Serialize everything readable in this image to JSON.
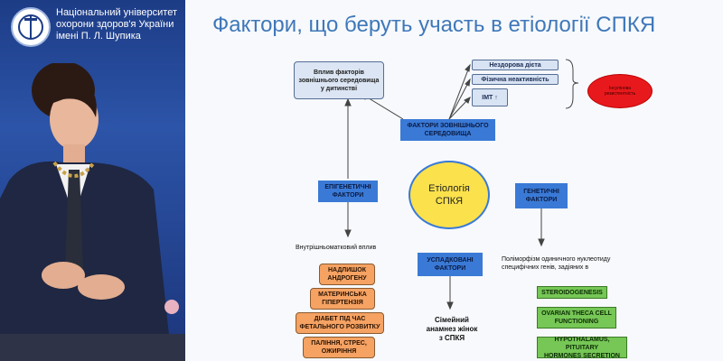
{
  "branding": {
    "university_lines": [
      "Національний університет",
      "охорони здоров'я України",
      "імені П. Л. Шупика"
    ]
  },
  "slide": {
    "title": "Фактори, що беруть участь в етіології СПКЯ",
    "center": [
      "Етіологія",
      "СПКЯ"
    ],
    "environment_effects": [
      "Вплив факторів",
      "зовнішнього середовища",
      "у дитинстві"
    ],
    "environment_factors": [
      "ФАКТОРИ ЗОВНІШНЬОГО",
      "СЕРЕДОВИЩА"
    ],
    "lifestyle": {
      "diet": "Нездорова дієта",
      "activity": "Фізична неактивність",
      "bmi": "ІМТ ↑"
    },
    "insulin_resistance": [
      "Інсулінова",
      "резистентність"
    ],
    "epigenetic": [
      "ЕПІГЕНЕТИЧНІ",
      "ФАКТОРИ"
    ],
    "genetic": [
      "ГЕНЕТИЧНІ",
      "ФАКТОРИ"
    ],
    "inherited": [
      "УСПАДКОВАНІ",
      "ФАКТОРИ"
    ],
    "intrauterine_label": "Внутрішньоматковий вплив",
    "epigenetic_items": [
      [
        "НАДЛИШОК",
        "АНДРОГЕНУ"
      ],
      [
        "МАТЕРИНСЬКА",
        "ГІПЕРТЕНЗІЯ"
      ],
      [
        "ДІАБЕТ ПІД ЧАС",
        "ФЕТАЛЬНОГО РОЗВИТКУ"
      ],
      [
        "ПАЛІННЯ, СТРЕС,",
        "ОЖИРІННЯ"
      ]
    ],
    "snp_label": [
      "Поліморфізм одиничного нуклеотиду",
      "специфічних генів, задіяних в"
    ],
    "genetic_items": [
      [
        "STEROIDOGENESIS"
      ],
      [
        "OVARIAN THECA CELL",
        "FUNCTIONING"
      ],
      [
        "HYPOTHALAMUS, PITUITARY",
        "HORMONES SECRETION"
      ]
    ],
    "family_history": [
      "Сімейний",
      "анамнез жінок",
      "з СПКЯ"
    ]
  },
  "colors": {
    "title_blue": "#3f78b9",
    "factor_blue": "#3a7ad6",
    "center_yellow": "#fbe14c",
    "orange": "#f5a263",
    "green": "#76c756",
    "red": "#e8191c",
    "panel_blue": "#1d3c86"
  }
}
